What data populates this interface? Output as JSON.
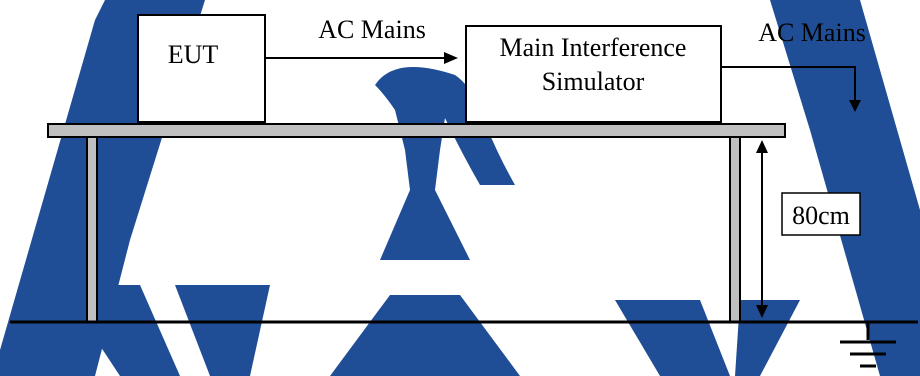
{
  "diagram": {
    "eut_label": "EUT",
    "ac_mains_label_1": "AC Mains",
    "simulator_label_line1": "Main Interference",
    "simulator_label_line2": "Simulator",
    "ac_mains_label_2": "AC Mains",
    "height_label": "80cm"
  },
  "colors": {
    "watermark": "#1f4e96",
    "table": "#c0c0c0",
    "stroke": "#000000",
    "background": "#ffffff"
  }
}
